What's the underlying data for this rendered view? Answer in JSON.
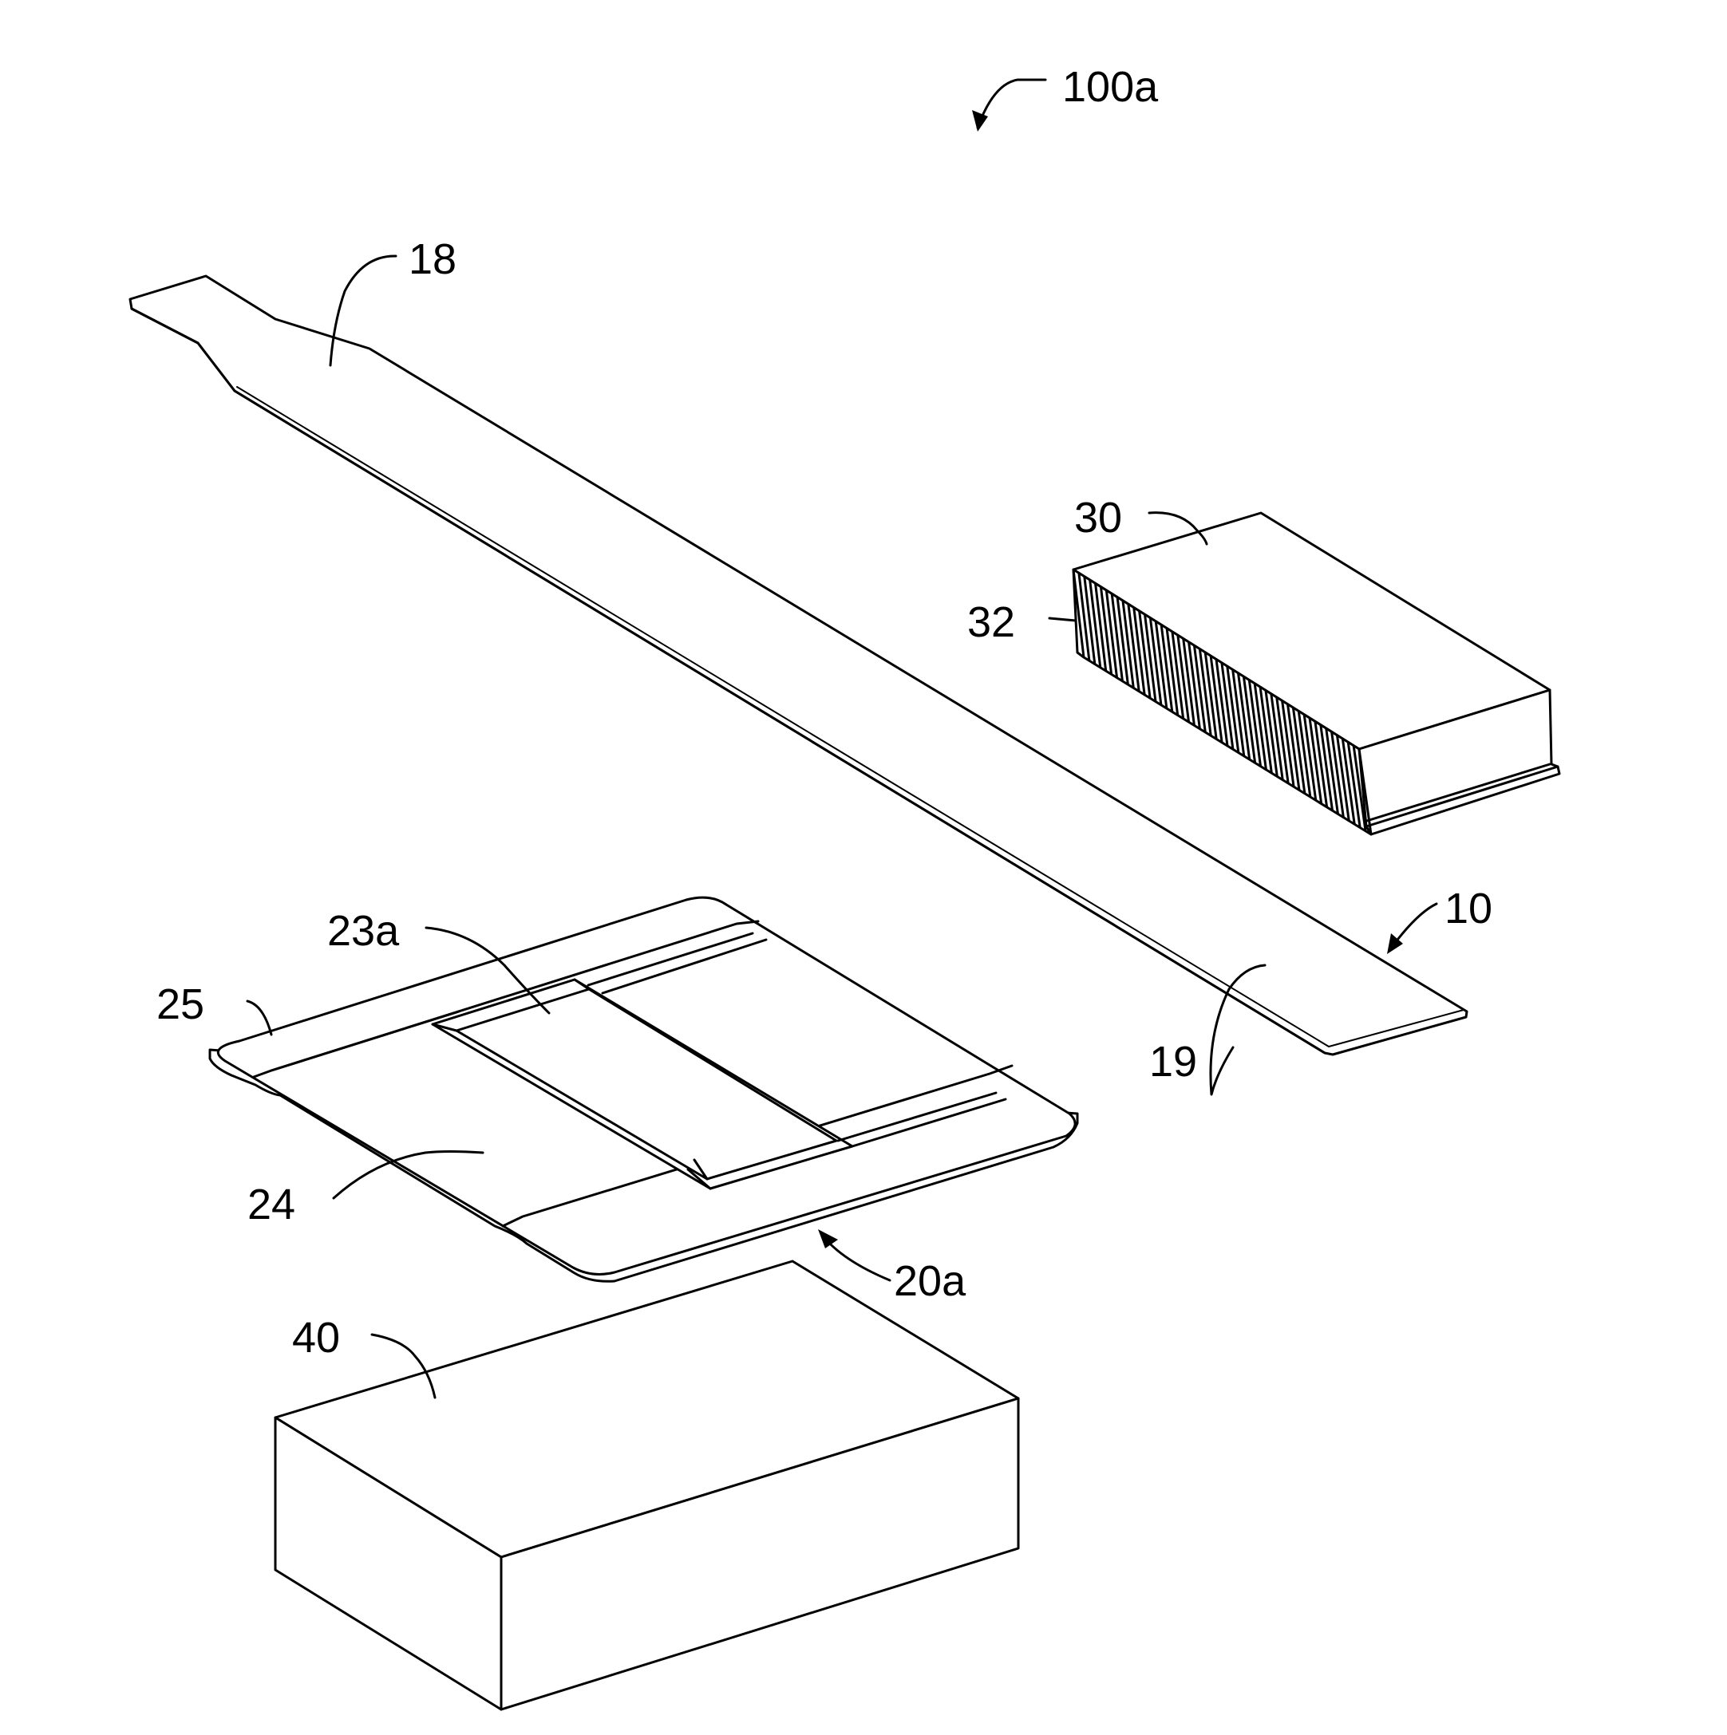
{
  "labels": {
    "assembly": "100a",
    "heat_pipe": "10",
    "evaporator_end": "18",
    "condenser_end": "19",
    "fin_assembly": "30",
    "fins": "32",
    "heat_spreader": "20a",
    "channel": "23a",
    "contact_area": "24",
    "flange": "25",
    "heat_source": "40"
  }
}
